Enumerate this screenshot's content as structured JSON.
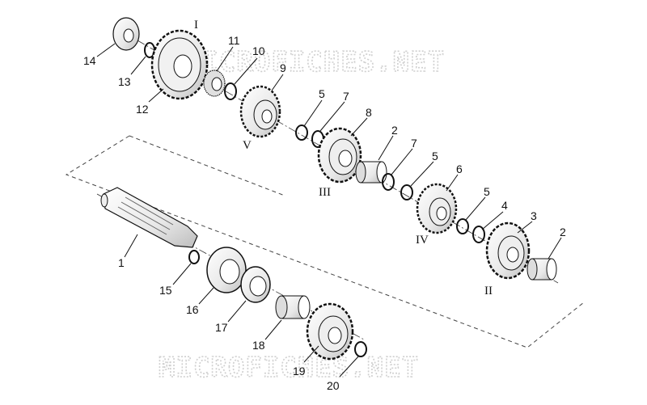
{
  "watermark": {
    "top": "MICROFICHES.NET",
    "bottom": "MICROFICHES.NET"
  },
  "roman_labels": {
    "I": "I",
    "II": "II",
    "III": "III",
    "IV": "IV",
    "V": "V"
  },
  "part_numbers": {
    "p1": "1",
    "p2a": "2",
    "p2b": "2",
    "p3": "3",
    "p4": "4",
    "p5a": "5",
    "p5b": "5",
    "p5c": "5",
    "p6": "6",
    "p7a": "7",
    "p7b": "7",
    "p8": "8",
    "p9": "9",
    "p10": "10",
    "p11": "11",
    "p12": "12",
    "p13": "13",
    "p14": "14",
    "p15": "15",
    "p16": "16",
    "p17": "17",
    "p18": "18",
    "p19": "19",
    "p20": "20"
  },
  "colors": {
    "ink": "#111111",
    "fill": "#f4f4f4",
    "shade": "#d6d6d6",
    "watermark": "#cfcfcf"
  }
}
